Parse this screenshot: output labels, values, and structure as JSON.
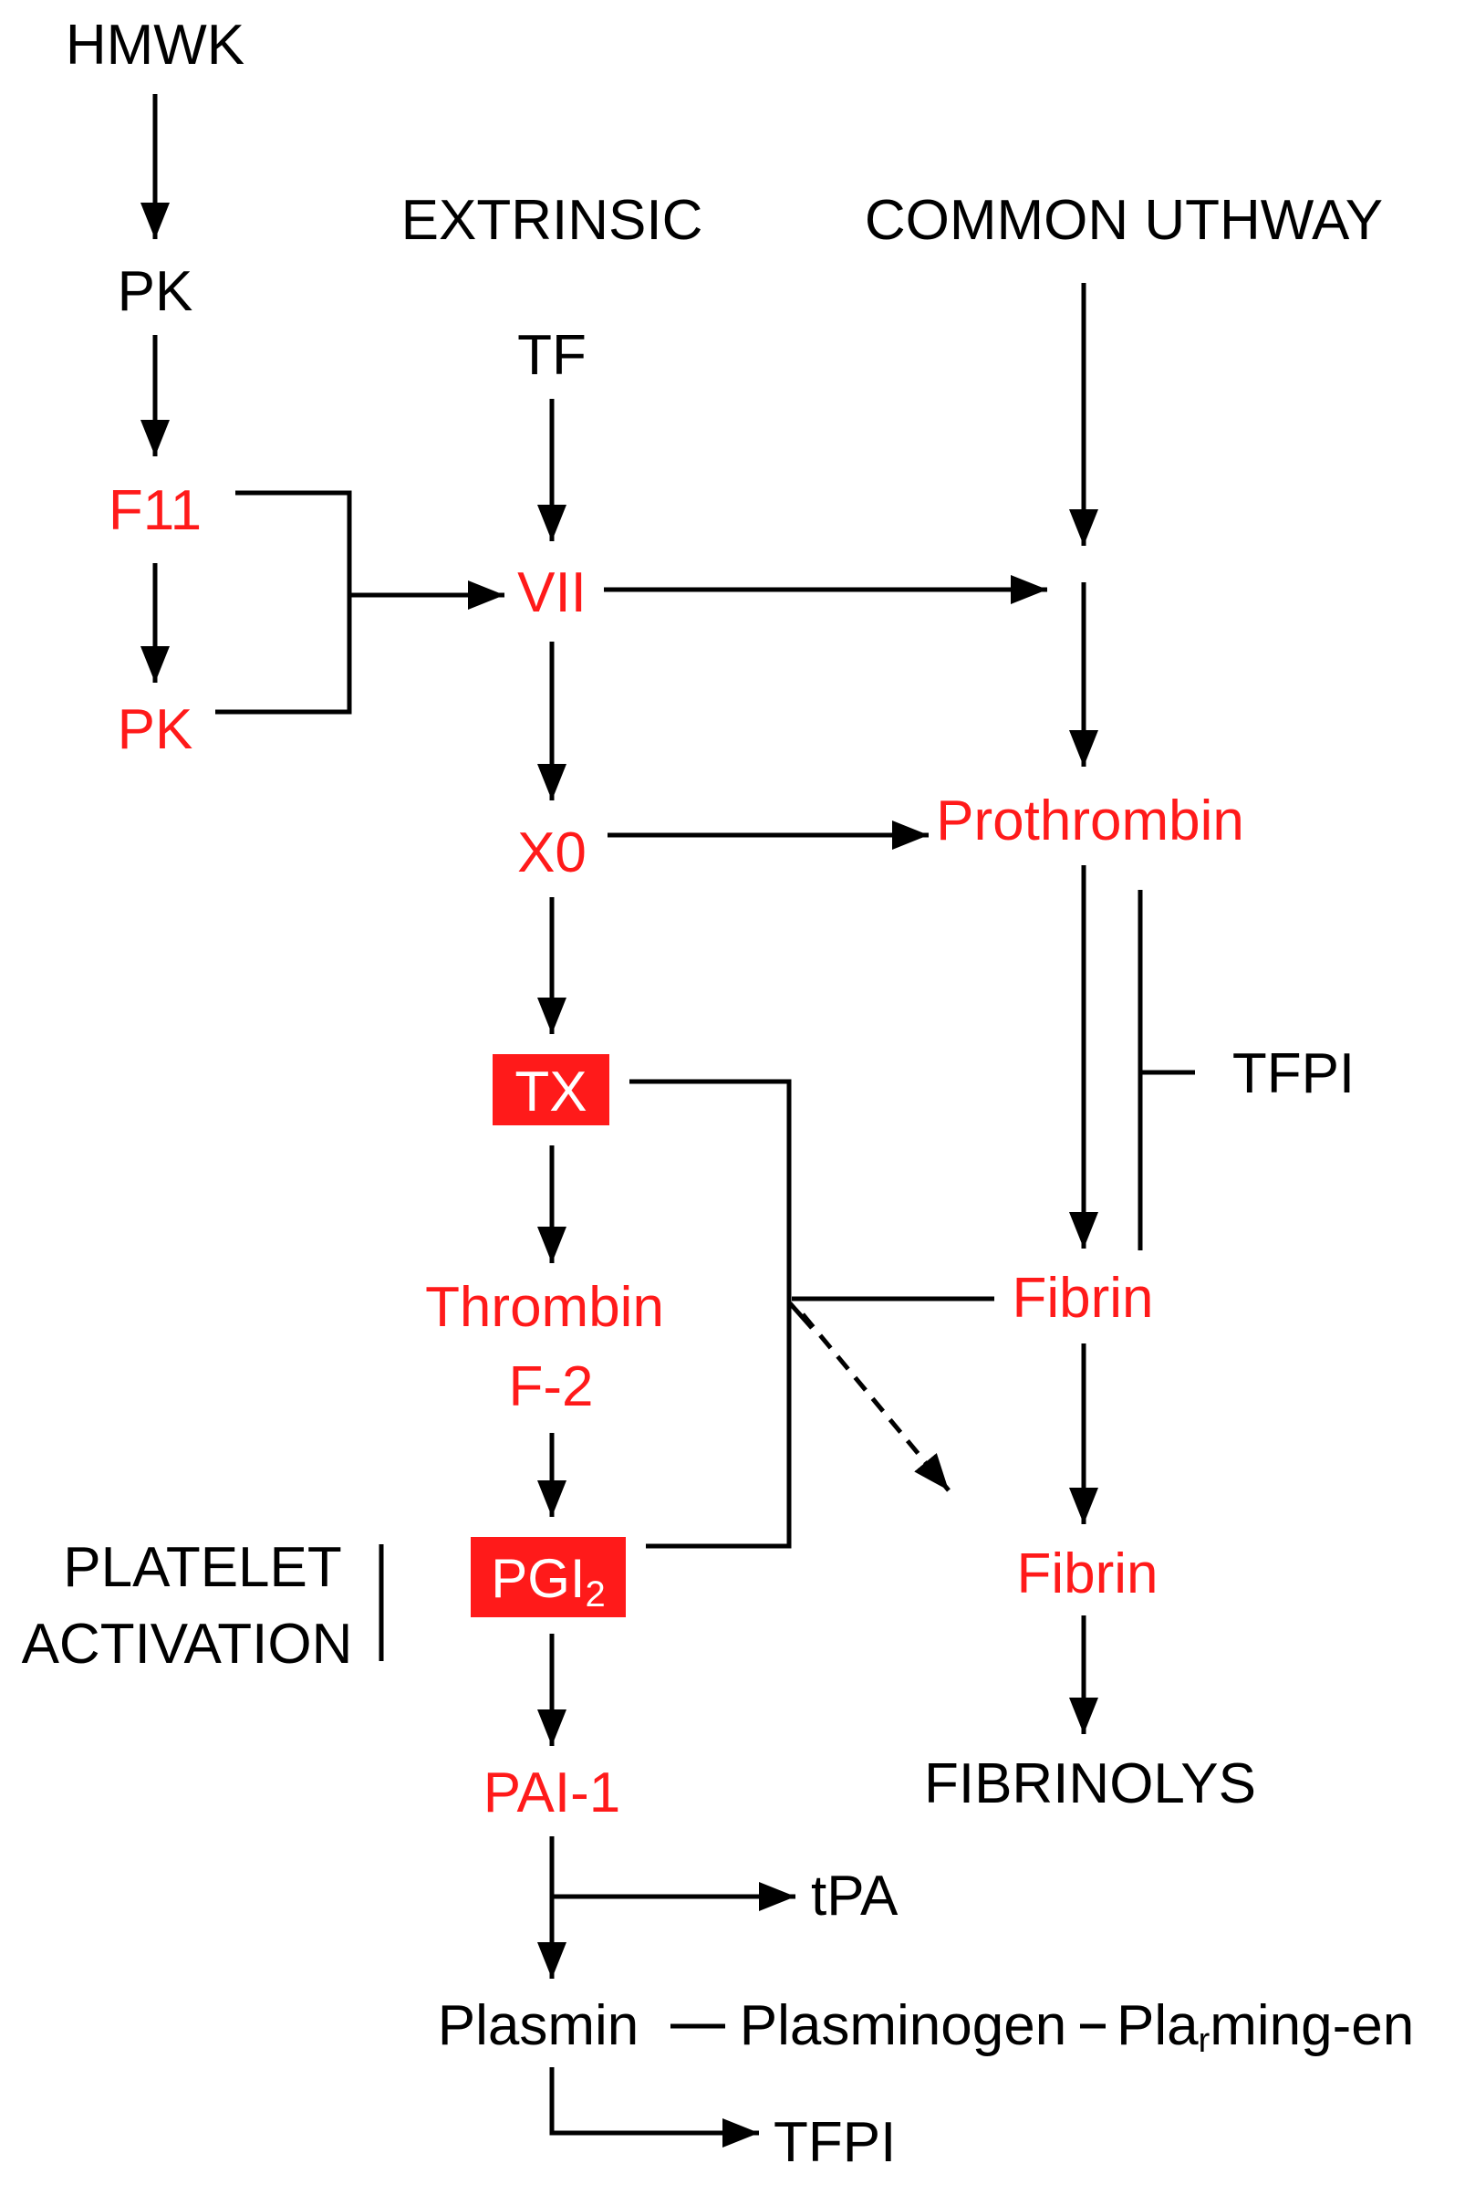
{
  "labels": {
    "hmwk": "HMWK",
    "pk_top": "PK",
    "extrinsic": "EXTRINSIC",
    "common_pathway": "COMMON UTHWAY",
    "tf": "TF",
    "f11": "F11",
    "vii": "VII",
    "pk_red": "PK",
    "x0": "X0",
    "prothrombin": "Prothrombin",
    "tx": "TX",
    "tfpi_side": "TFPI",
    "thrombin": "Thrombin",
    "f2": "F-2",
    "fibrin_upper": "Fibrin",
    "platelet": "PLATELET",
    "activation": "ACTIVATION",
    "pgi_main": "PGI",
    "pgi_sub": "2",
    "fibrin_lower": "Fibrin",
    "fibrinolys": "FIBRINOLYS",
    "pai1": "PAI-1",
    "tpa": "tPA",
    "plasmin": "Plasmin",
    "plasminogen": "Plasminogen",
    "plar_pre": "Pla",
    "plar_sub": "r",
    "plar_post": "ming-en",
    "tfpi_bottom": "TFPI"
  },
  "colors": {
    "red_node": "#ff1a1a",
    "black": "#000000",
    "box_text": "#ffffff"
  }
}
